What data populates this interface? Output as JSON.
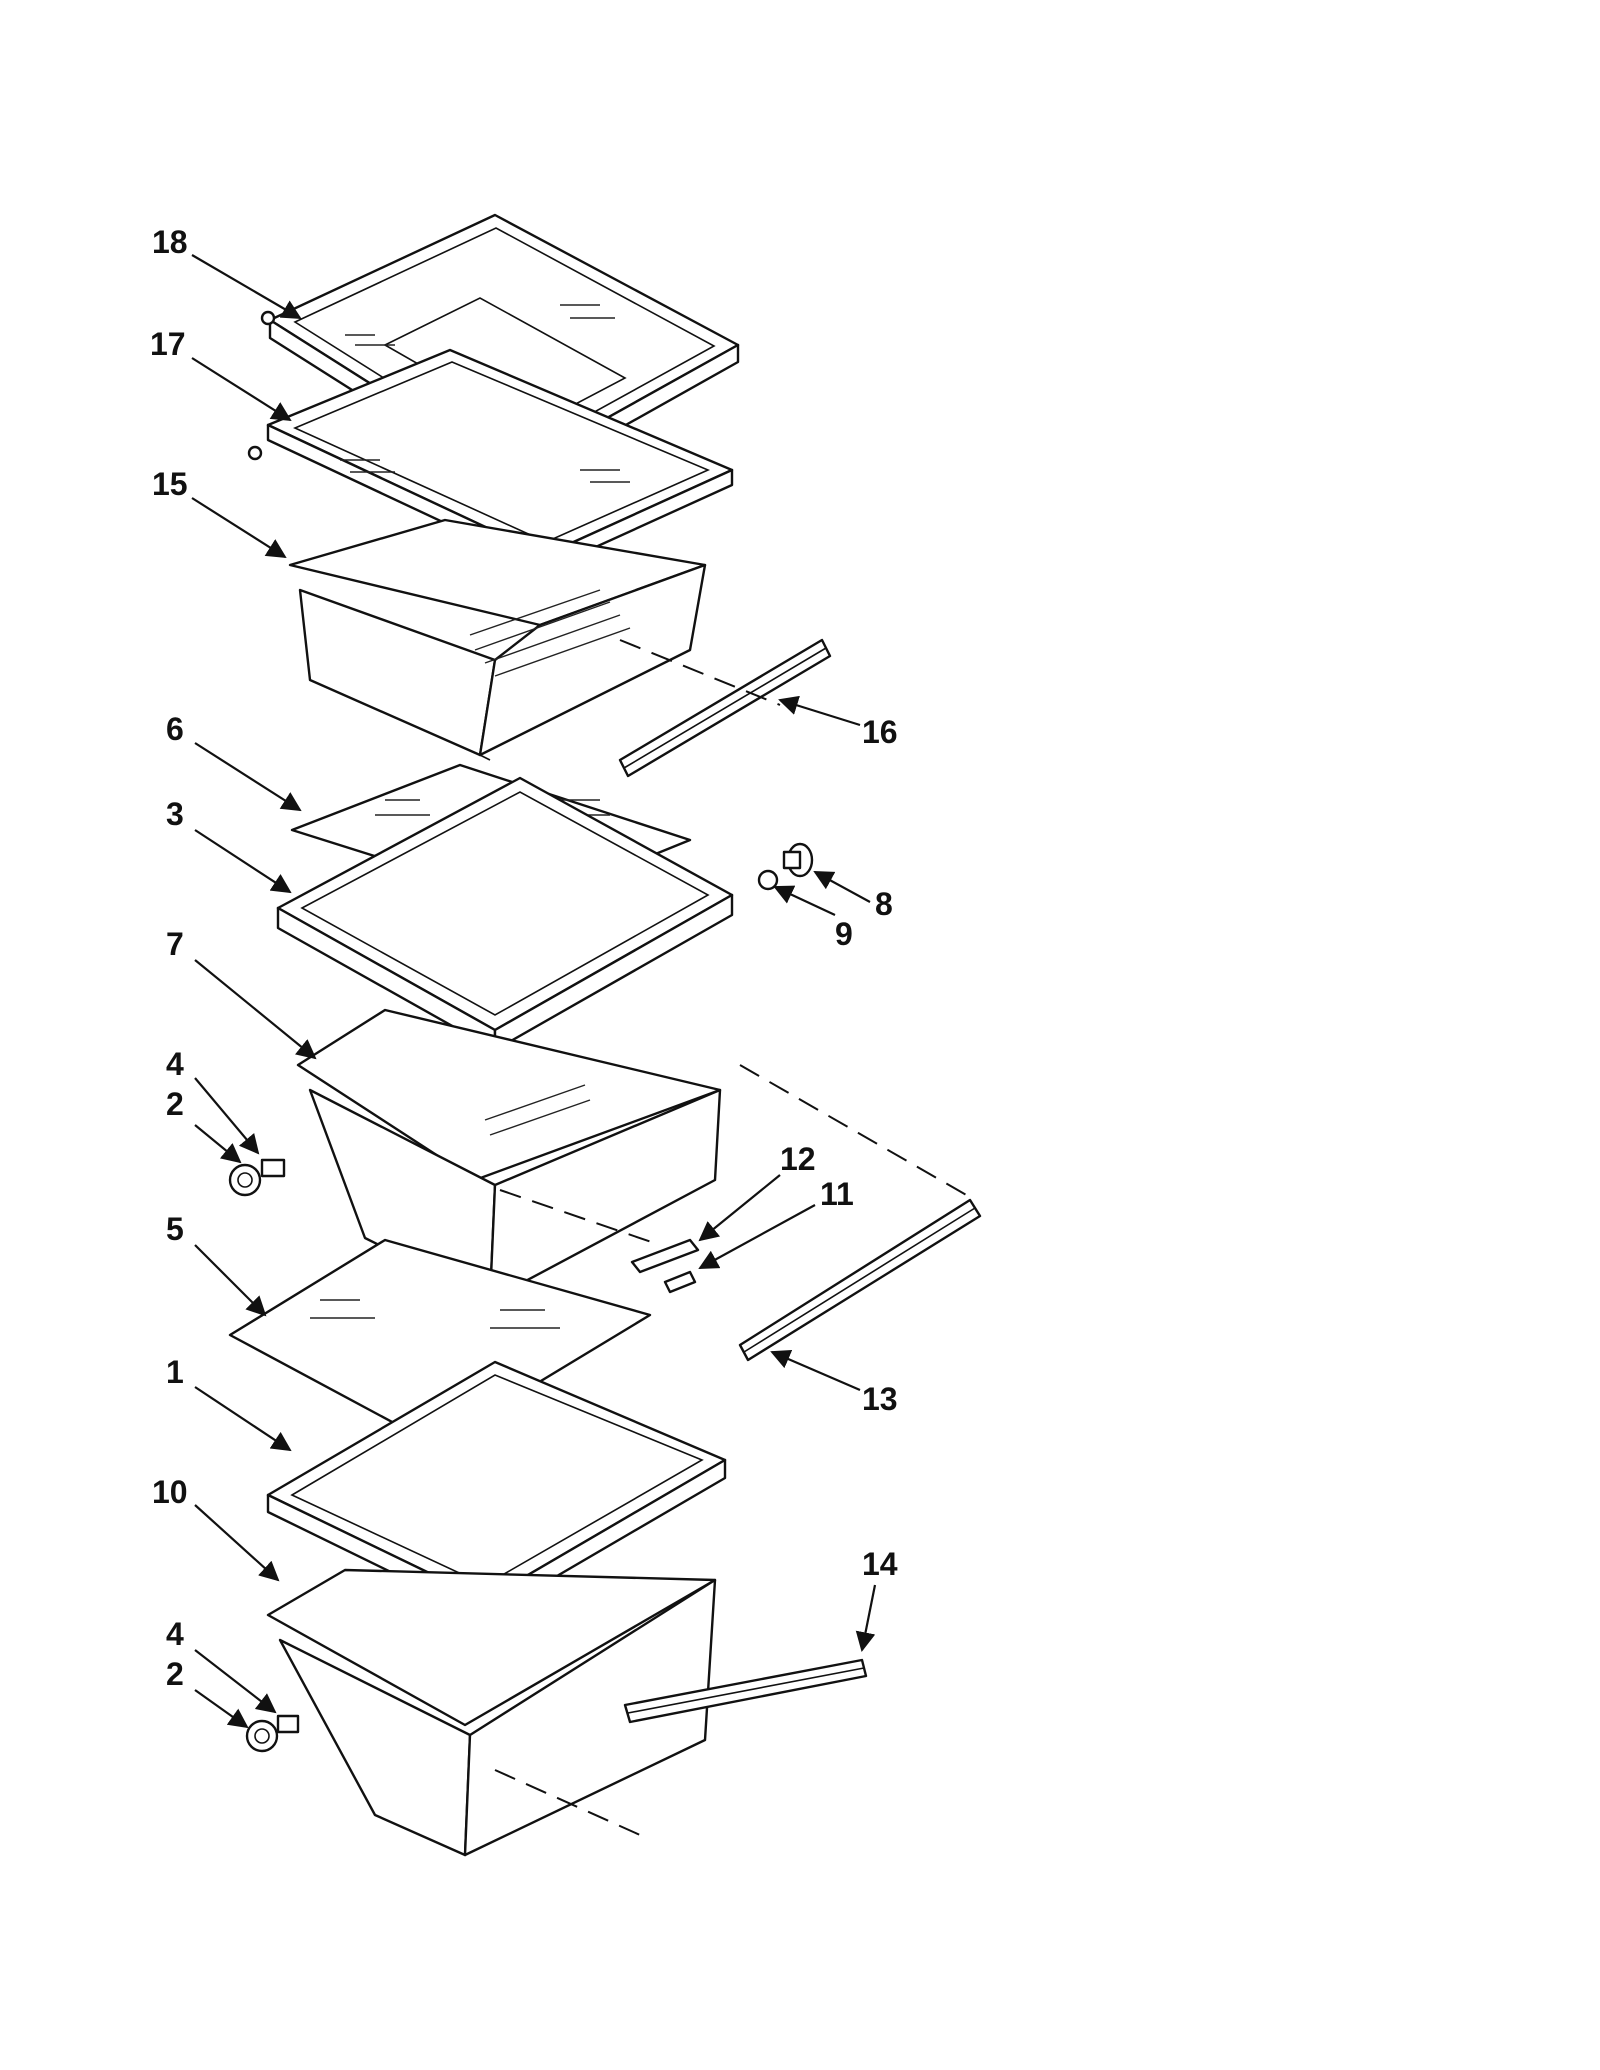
{
  "callouts": [
    {
      "id": "c18",
      "text": "18"
    },
    {
      "id": "c17",
      "text": "17"
    },
    {
      "id": "c15",
      "text": "15"
    },
    {
      "id": "c16",
      "text": "16"
    },
    {
      "id": "c6",
      "text": "6"
    },
    {
      "id": "c3",
      "text": "3"
    },
    {
      "id": "c8",
      "text": "8"
    },
    {
      "id": "c9",
      "text": "9"
    },
    {
      "id": "c7",
      "text": "7"
    },
    {
      "id": "c4a",
      "text": "4"
    },
    {
      "id": "c2a",
      "text": "2"
    },
    {
      "id": "c12",
      "text": "12"
    },
    {
      "id": "c11",
      "text": "11"
    },
    {
      "id": "c5",
      "text": "5"
    },
    {
      "id": "c13",
      "text": "13"
    },
    {
      "id": "c1",
      "text": "1"
    },
    {
      "id": "c10",
      "text": "10"
    },
    {
      "id": "c14",
      "text": "14"
    },
    {
      "id": "c4b",
      "text": "4"
    },
    {
      "id": "c2b",
      "text": "2"
    }
  ]
}
